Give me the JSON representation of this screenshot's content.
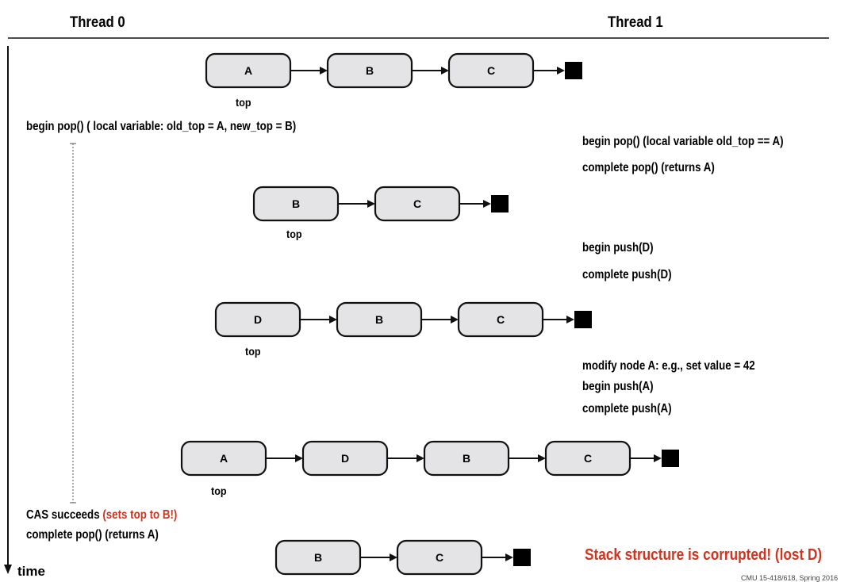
{
  "header": {
    "thread0": "Thread 0",
    "thread1": "Thread 1"
  },
  "rows": [
    {
      "nodes": [
        "A",
        "B",
        "C"
      ],
      "top_label": "top"
    },
    {
      "nodes": [
        "B",
        "C"
      ],
      "top_label": "top"
    },
    {
      "nodes": [
        "D",
        "B",
        "C"
      ],
      "top_label": "top"
    },
    {
      "nodes": [
        "A",
        "D",
        "B",
        "C"
      ],
      "top_label": "top"
    },
    {
      "nodes": [
        "B",
        "C"
      ],
      "top_label": ""
    }
  ],
  "thread0_events": {
    "begin_pop": "begin pop() ( local variable: old_top = A, new_top = B)",
    "cas_prefix": "CAS succeeds ",
    "cas_highlight": "(sets top to B!)",
    "complete_pop": "complete pop() (returns A)"
  },
  "thread1_events": {
    "begin_pop": "begin pop() (local variable old_top == A)",
    "complete_pop": "complete pop() (returns A)",
    "begin_push_d": "begin push(D)",
    "complete_push_d": "complete push(D)",
    "modify_a": "modify node A: e.g., set value = 42",
    "begin_push_a": "begin push(A)",
    "complete_push_a": "complete push(A)"
  },
  "warning": "Stack structure is corrupted! (lost D)",
  "time_label": "time",
  "footer": "CMU 15-418/618, Spring 2016",
  "colors": {
    "highlight": "#d0341f",
    "node_fill": "#e4e4e6"
  }
}
